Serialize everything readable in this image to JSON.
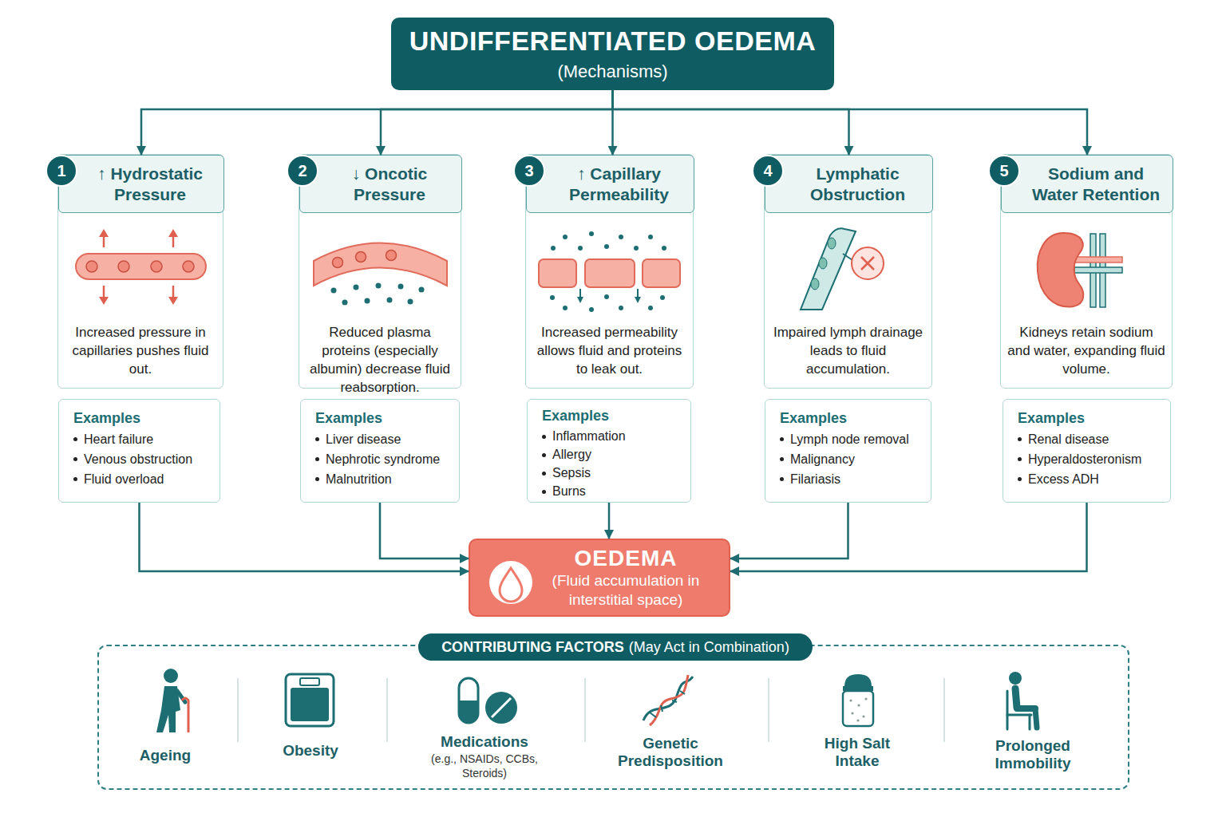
{
  "diagram": {
    "nodes": [
      {
        "text": [
          "UNDIFFERENTIATED OEDEMA",
          "(Mechanisms)"
        ]
      },
      {
        "text": [
          "Increased pressure in capillaries pushes fluid out."
        ]
      },
      {
        "text": [
          "↑ Hydrostatic Pressure"
        ],
        "in": 1
      },
      {
        "text": [
          "1"
        ],
        "in": 2
      },
      {
        "text": [
          "Examples",
          "Heart failure",
          "Venous obstruction",
          "Fluid overload"
        ]
      },
      {
        "text": [
          "Reduced plasma proteins (especially albumin) decrease fluid reabsorption."
        ]
      },
      {
        "text": [
          "↓ Oncotic Pressure"
        ],
        "in": 5
      },
      {
        "text": [
          "2"
        ],
        "in": 6
      },
      {
        "text": [
          "Examples",
          "Liver disease",
          "Nephrotic syndrome",
          "Malnutrition"
        ]
      },
      {
        "text": [
          "Increased permeability allows fluid and proteins to leak out."
        ]
      },
      {
        "text": [
          "↑ Capillary Permeability"
        ],
        "in": 9
      },
      {
        "text": [
          "3"
        ],
        "in": 10
      },
      {
        "text": [
          "Examples",
          "Inflammation",
          "Allergy",
          "Sepsis",
          "Burns"
        ]
      },
      {
        "text": [
          "Impaired lymph drainage leads to fluid accumulation."
        ]
      },
      {
        "text": [
          "Lymphatic Obstruction"
        ],
        "in": 13
      },
      {
        "text": [
          "4"
        ],
        "in": 14
      },
      {
        "text": [
          "Examples",
          "Lymph node removal",
          "Malignancy",
          "Filariasis"
        ]
      },
      {
        "text": [
          "Kidneys retain sodium and water, expanding fluid volume."
        ]
      },
      {
        "text": [
          "Sodium and Water Retention"
        ],
        "in": 17
      },
      {
        "text": [
          "5"
        ],
        "in": 18
      },
      {
        "text": [
          "Examples",
          "Renal disease",
          "Hyperaldosteronism",
          "Excess ADH"
        ]
      },
      {
        "text": [
          "OEDEMA",
          "(Fluid accumulation in interstitial space)"
        ]
      },
      {
        "text": [
          "Ageing",
          "Obesity",
          "Medications",
          "(e.g., NSAIDs, CCBs, Steroids)",
          "Genetic Predisposition",
          "High Salt Intake",
          "Prolonged Immobility"
        ]
      },
      {
        "text": [
          "CONTRIBUTING FACTORS",
          "(May Act in Combination)"
        ],
        "in": 22
      }
    ],
    "edges": [
      {
        "from": 0,
        "to": 2,
        "arrow": "to"
      },
      {
        "from": 0,
        "to": 6,
        "arrow": "to"
      },
      {
        "from": 0,
        "to": 10,
        "arrow": "to"
      },
      {
        "from": 0,
        "to": 14,
        "arrow": "to"
      },
      {
        "from": 0,
        "to": 18,
        "arrow": "to"
      },
      {
        "from": 4,
        "to": 21,
        "arrow": "to"
      },
      {
        "from": 8,
        "to": 21,
        "arrow": "to"
      },
      {
        "from": 12,
        "to": 21,
        "arrow": "to"
      },
      {
        "from": 16,
        "to": 21,
        "arrow": "to"
      },
      {
        "from": 20,
        "to": 21,
        "arrow": "to"
      }
    ]
  }
}
